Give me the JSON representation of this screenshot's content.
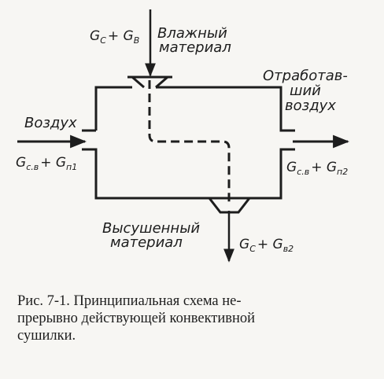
{
  "labels": {
    "wet_material_line1": "Влажный",
    "wet_material_line2": "материал",
    "feed_flow": "G",
    "feed_flow_sub1": "С",
    "feed_flow_plus": "+ G",
    "feed_flow_sub2": "В",
    "air_in": "Воздух",
    "air_in_flow": "G",
    "air_in_flow_sub1": "с.в",
    "air_in_flow_plus": "+ G",
    "air_in_flow_sub2": "п1",
    "exhaust_line1": "Отработав-",
    "exhaust_line2": "ший",
    "exhaust_line3": "воздух",
    "air_out_flow": "G",
    "air_out_flow_sub1": "с.в",
    "air_out_flow_plus": "+ G",
    "air_out_flow_sub2": "п2",
    "dried_line1": "Высушенный",
    "dried_line2": "материал",
    "product_flow": "G",
    "product_flow_sub1": "С",
    "product_flow_plus": "+ G",
    "product_flow_sub2": "в2"
  },
  "caption": {
    "line1": "Рис. 7-1. Принципиальная схема не-",
    "line2": "прерывно действующей конвективной",
    "line3": "сушилки."
  }
}
